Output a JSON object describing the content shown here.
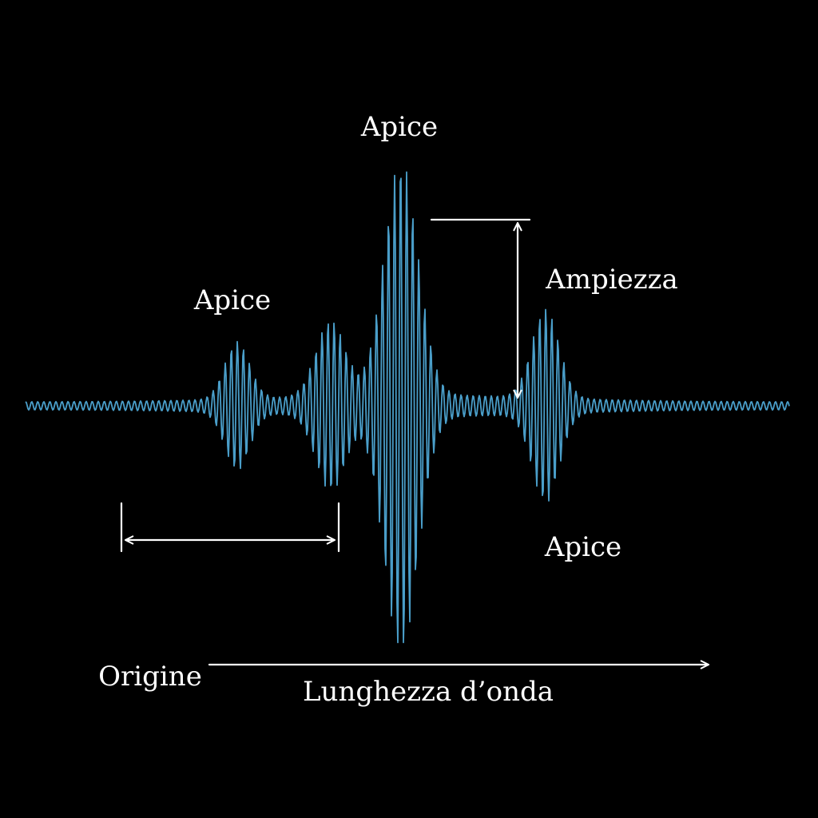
{
  "labels": {
    "peak_top": "Apice",
    "peak_left": "Apice",
    "peak_bottom_right": "Apice",
    "amplitude": "Ampiezza",
    "origin": "Origine",
    "wavelength": "Lunghezza d’onda"
  },
  "colors": {
    "background": "#000000",
    "wave": "#4a9ec9",
    "annotation": "#ffffff"
  }
}
